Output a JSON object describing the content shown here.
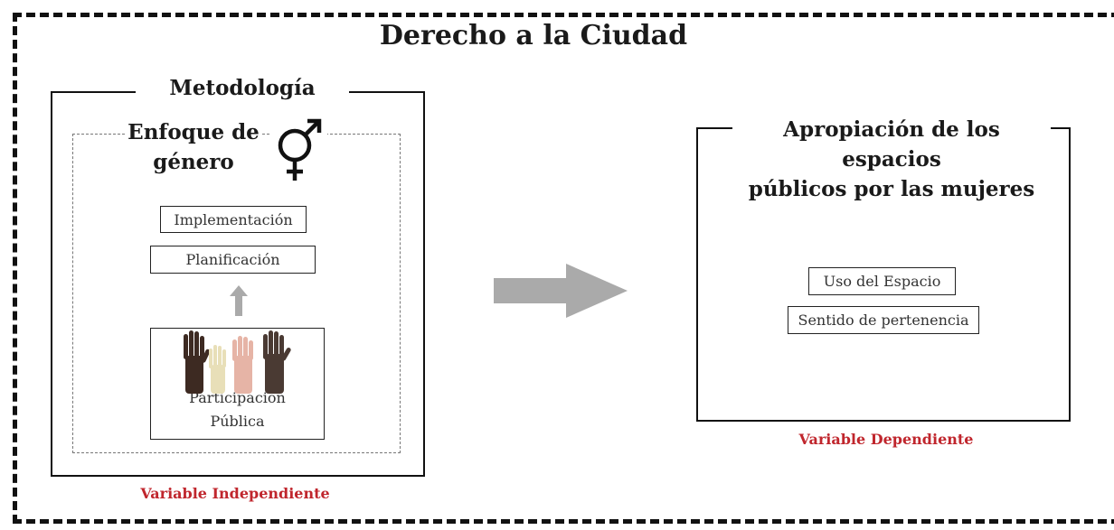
{
  "title": "Derecho a la Ciudad",
  "left_box": {
    "label": "Metodología",
    "inner_title_line1": "Enfoque de",
    "inner_title_line2": "género",
    "steps": {
      "implementacion": "Implementación",
      "planificacion": "Planificación",
      "participacion_line1": "Participación",
      "participacion_line2": "Pública"
    },
    "variable_label": "Variable Independiente"
  },
  "right_box": {
    "label_line1": "Apropiación de los espacios",
    "label_line2": "públicos por las mujeres",
    "items": {
      "uso": "Uso del Espacio",
      "sentido": "Sentido de pertenencia"
    },
    "variable_label": "Variable Dependiente"
  },
  "colors": {
    "variable_text": "#c0262d",
    "arrow": "#aaaaaa"
  },
  "icons": {
    "gender": "gender-symbol-icon",
    "hands": "raised-hands-icon"
  }
}
